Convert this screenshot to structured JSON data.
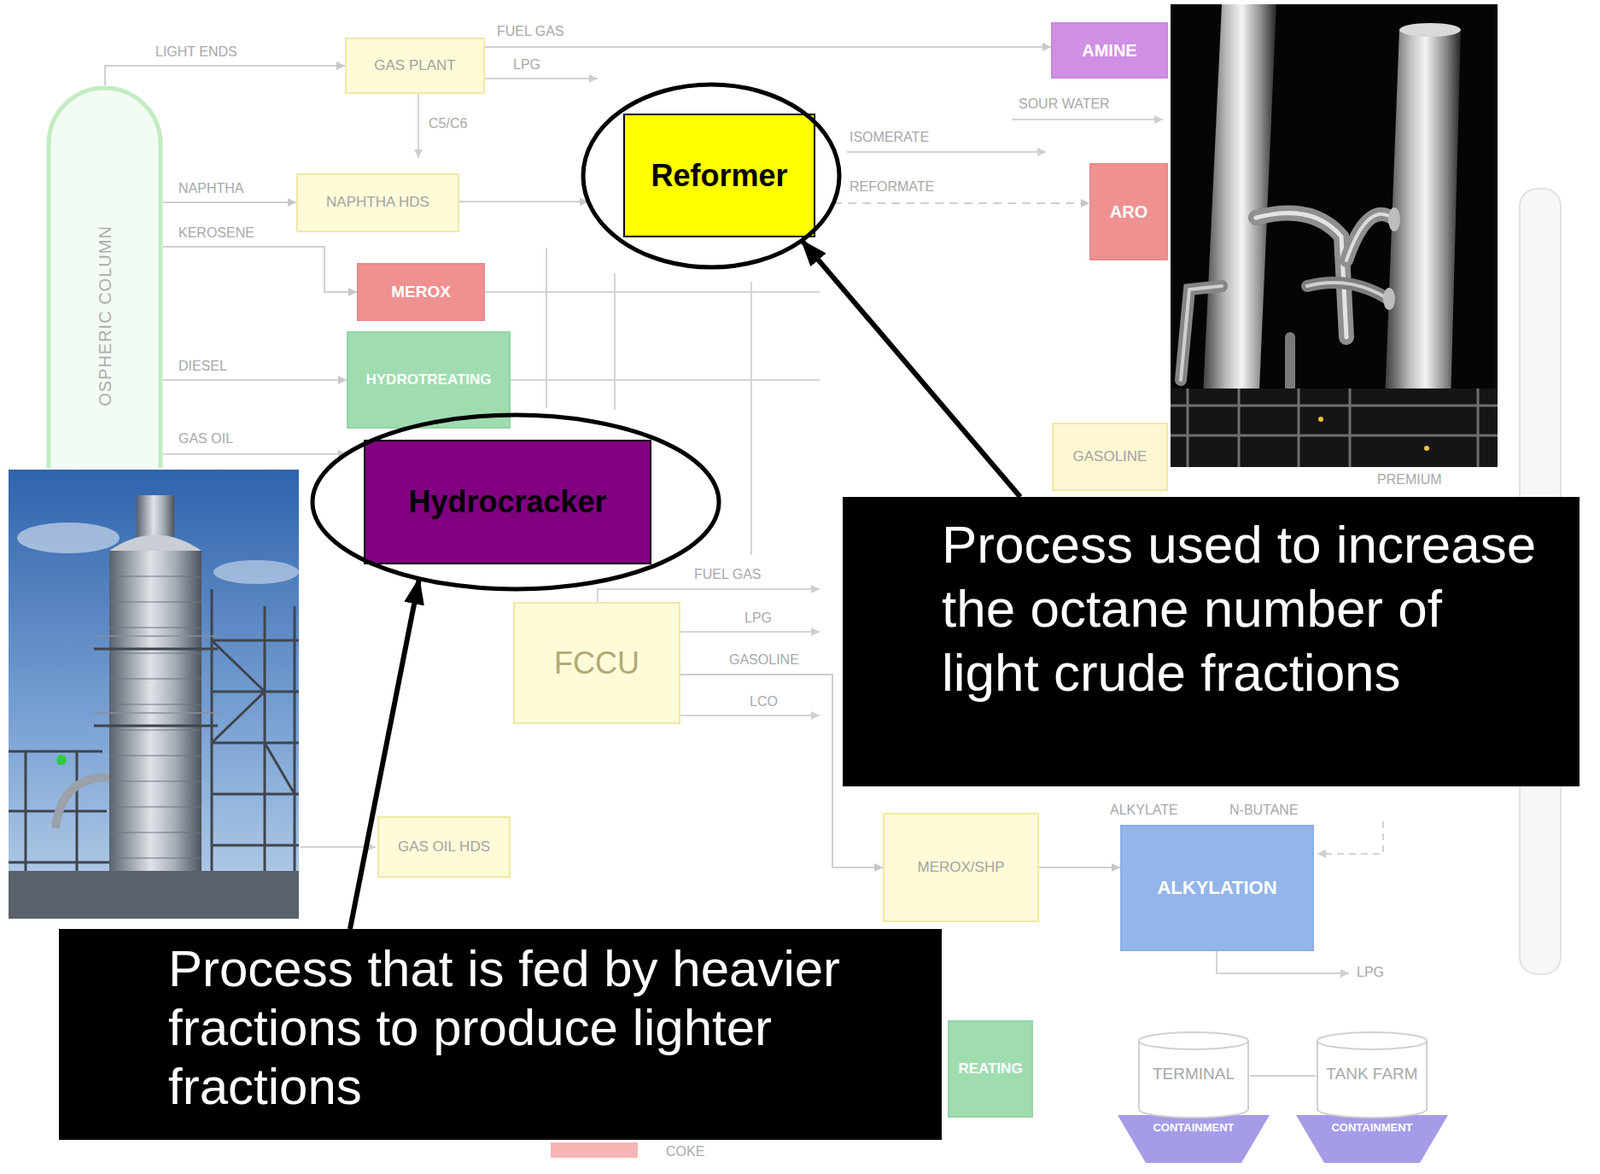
{
  "diagram": {
    "nodes": [
      {
        "text": [
          "OSPHERIC COLUMN"
        ]
      },
      {
        "text": [
          "GAS PLANT"
        ]
      },
      {
        "text": [
          "AMINE"
        ]
      },
      {
        "text": [
          "Reformer"
        ]
      },
      {
        "text": [
          "NAPHTHA HDS"
        ]
      },
      {
        "text": [
          "ARO"
        ]
      },
      {
        "text": [
          "MEROX"
        ]
      },
      {
        "text": [
          "HYDROTREATING"
        ]
      },
      {
        "text": [
          "GASOLINE"
        ]
      },
      {
        "text": [
          "Hydrocracker"
        ]
      },
      {
        "text": [
          "FCCU"
        ]
      },
      {
        "text": [
          "Process used to increase the octane number of light crude fractions"
        ]
      },
      {
        "text": [
          "GAS OIL HDS"
        ]
      },
      {
        "text": [
          "MEROX/SHP"
        ]
      },
      {
        "text": [
          "ALKYLATION"
        ]
      },
      {
        "text": [
          "Process that is fed by heavier fractions to produce lighter fractions"
        ]
      },
      {
        "text": [
          "REATING"
        ]
      },
      {
        "text": [
          "TERMINAL",
          "CONTAINMENT"
        ]
      },
      {
        "text": [
          "TANK FARM",
          "CONTAINMENT"
        ]
      }
    ],
    "edges": [
      {
        "from": 0,
        "to": 1,
        "label": "LIGHT ENDS",
        "arrow": "to"
      },
      {
        "from": 0,
        "to": 4,
        "label": "NAPHTHA",
        "arrow": "to"
      },
      {
        "from": 0,
        "to": 6,
        "label": "KEROSENE",
        "arrow": "to"
      },
      {
        "from": 0,
        "to": 7,
        "label": "DIESEL",
        "arrow": "to"
      },
      {
        "from": 0,
        "to": 9,
        "label": "GAS OIL",
        "arrow": "to"
      },
      {
        "from": 1,
        "to": 2,
        "label": "FUEL GAS",
        "arrow": "to"
      },
      {
        "from": 4,
        "to": 3,
        "arrow": "to"
      },
      {
        "from": 3,
        "to": 5,
        "label": "REFORMATE",
        "arrow": "to"
      },
      {
        "from": 10,
        "to": 13,
        "label": "GASOLINE",
        "arrow": "to"
      },
      {
        "from": 13,
        "to": 14,
        "arrow": "to"
      },
      {
        "from": 17,
        "to": 18,
        "arrow": "none"
      },
      {
        "from": 11,
        "to": 3,
        "arrow": "to"
      },
      {
        "from": 15,
        "to": 9,
        "arrow": "to"
      }
    ],
    "labels": [
      "LPG",
      "C5/C6",
      "ISOMERATE",
      "SOUR WATER",
      "PREMIUM",
      "FUEL GAS",
      "LPG",
      "LCO",
      "ALKYLATE",
      "N-BUTANE",
      "LPG",
      "COKE"
    ]
  }
}
